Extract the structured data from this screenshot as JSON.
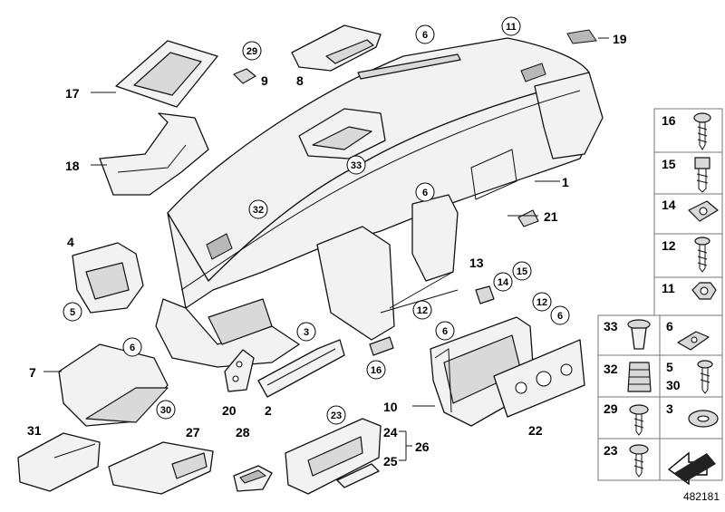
{
  "diagram": {
    "reference_number": "482181",
    "main_labels": {
      "l1": "1",
      "l2": "2",
      "l4": "4",
      "l7": "7",
      "l8": "8",
      "l9": "9",
      "l10": "10",
      "l13": "13",
      "l17": "17",
      "l18": "18",
      "l19": "19",
      "l20": "20",
      "l21": "21",
      "l22": "22",
      "l24": "24",
      "l25": "25",
      "l26": "26",
      "l27": "27",
      "l28": "28",
      "l31": "31"
    },
    "circle_labels": {
      "c3": "3",
      "c5": "5",
      "c6a": "6",
      "c6b": "6",
      "c6c": "6",
      "c6d": "6",
      "c6e": "6",
      "c11": "11",
      "c12a": "12",
      "c12b": "12",
      "c14": "14",
      "c15": "15",
      "c16": "16",
      "c23": "23",
      "c29": "29",
      "c30": "30",
      "c32": "32",
      "c33": "33"
    },
    "hardware_table": {
      "r16": "16",
      "r15": "15",
      "r14": "14",
      "r12": "12",
      "r11": "11",
      "r33": "33",
      "r6": "6",
      "r32": "32",
      "r5": "5",
      "r30": "30",
      "r29": "29",
      "r3": "3",
      "r23": "23"
    }
  }
}
